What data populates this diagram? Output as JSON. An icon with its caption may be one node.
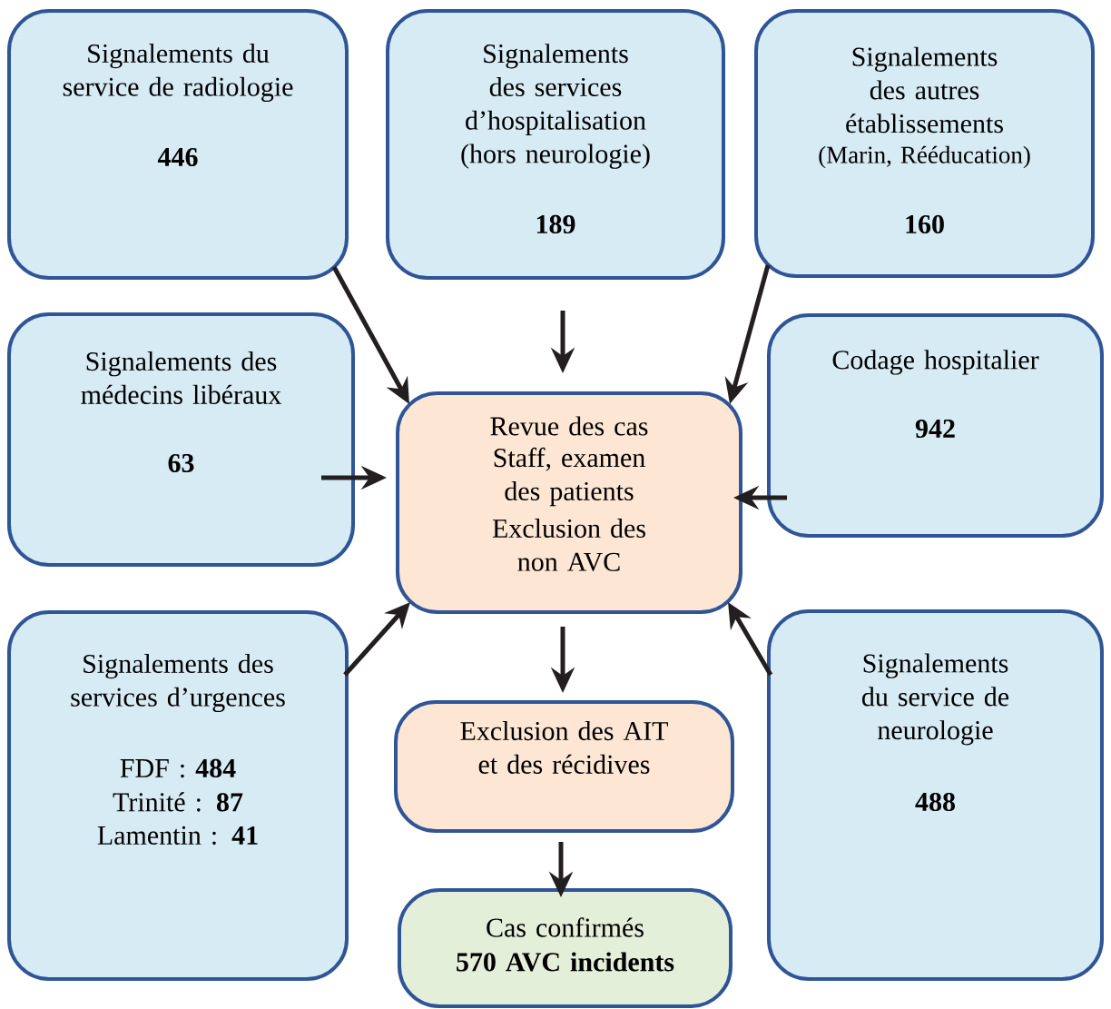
{
  "diagram": {
    "nodes": [
      {
        "text": [
          "Signalements du service de radiologie",
          "446"
        ]
      },
      {
        "text": [
          "Signalements des services d’hospitalisation (hors neurologie)",
          "189"
        ]
      },
      {
        "text": [
          "Signalements des autres établissements",
          "(Marin, Rééducation)",
          "160"
        ]
      },
      {
        "text": [
          "Signalements des médecins libéraux",
          "63"
        ]
      },
      {
        "text": [
          "Revue des cas",
          "Staff, examen des patients",
          "Exclusion des non AVC"
        ]
      },
      {
        "text": [
          "Codage hospitalier",
          "942"
        ]
      },
      {
        "text": [
          "Signalements des services d’urgences",
          "FDF : **484**",
          "Trinité : **87**",
          "Lamentin : **41**"
        ]
      },
      {
        "text": [
          "Exclusion des AIT et des récidives"
        ]
      },
      {
        "text": [
          "Signalements du service de neurologie",
          "488"
        ]
      },
      {
        "text": [
          "Cas confirmés",
          "570 AVC incidents"
        ]
      }
    ],
    "edges": [
      {
        "from": 0,
        "to": 4,
        "arrow": "to"
      },
      {
        "from": 1,
        "to": 4,
        "arrow": "to"
      },
      {
        "from": 2,
        "to": 4,
        "arrow": "to"
      },
      {
        "from": 3,
        "to": 4,
        "arrow": "to"
      },
      {
        "from": 5,
        "to": 4,
        "arrow": "to"
      },
      {
        "from": 6,
        "to": 4,
        "arrow": "to"
      },
      {
        "from": 8,
        "to": 4,
        "arrow": "to"
      },
      {
        "from": 4,
        "to": 7,
        "arrow": "to"
      },
      {
        "from": 7,
        "to": 9,
        "arrow": "to"
      }
    ]
  }
}
